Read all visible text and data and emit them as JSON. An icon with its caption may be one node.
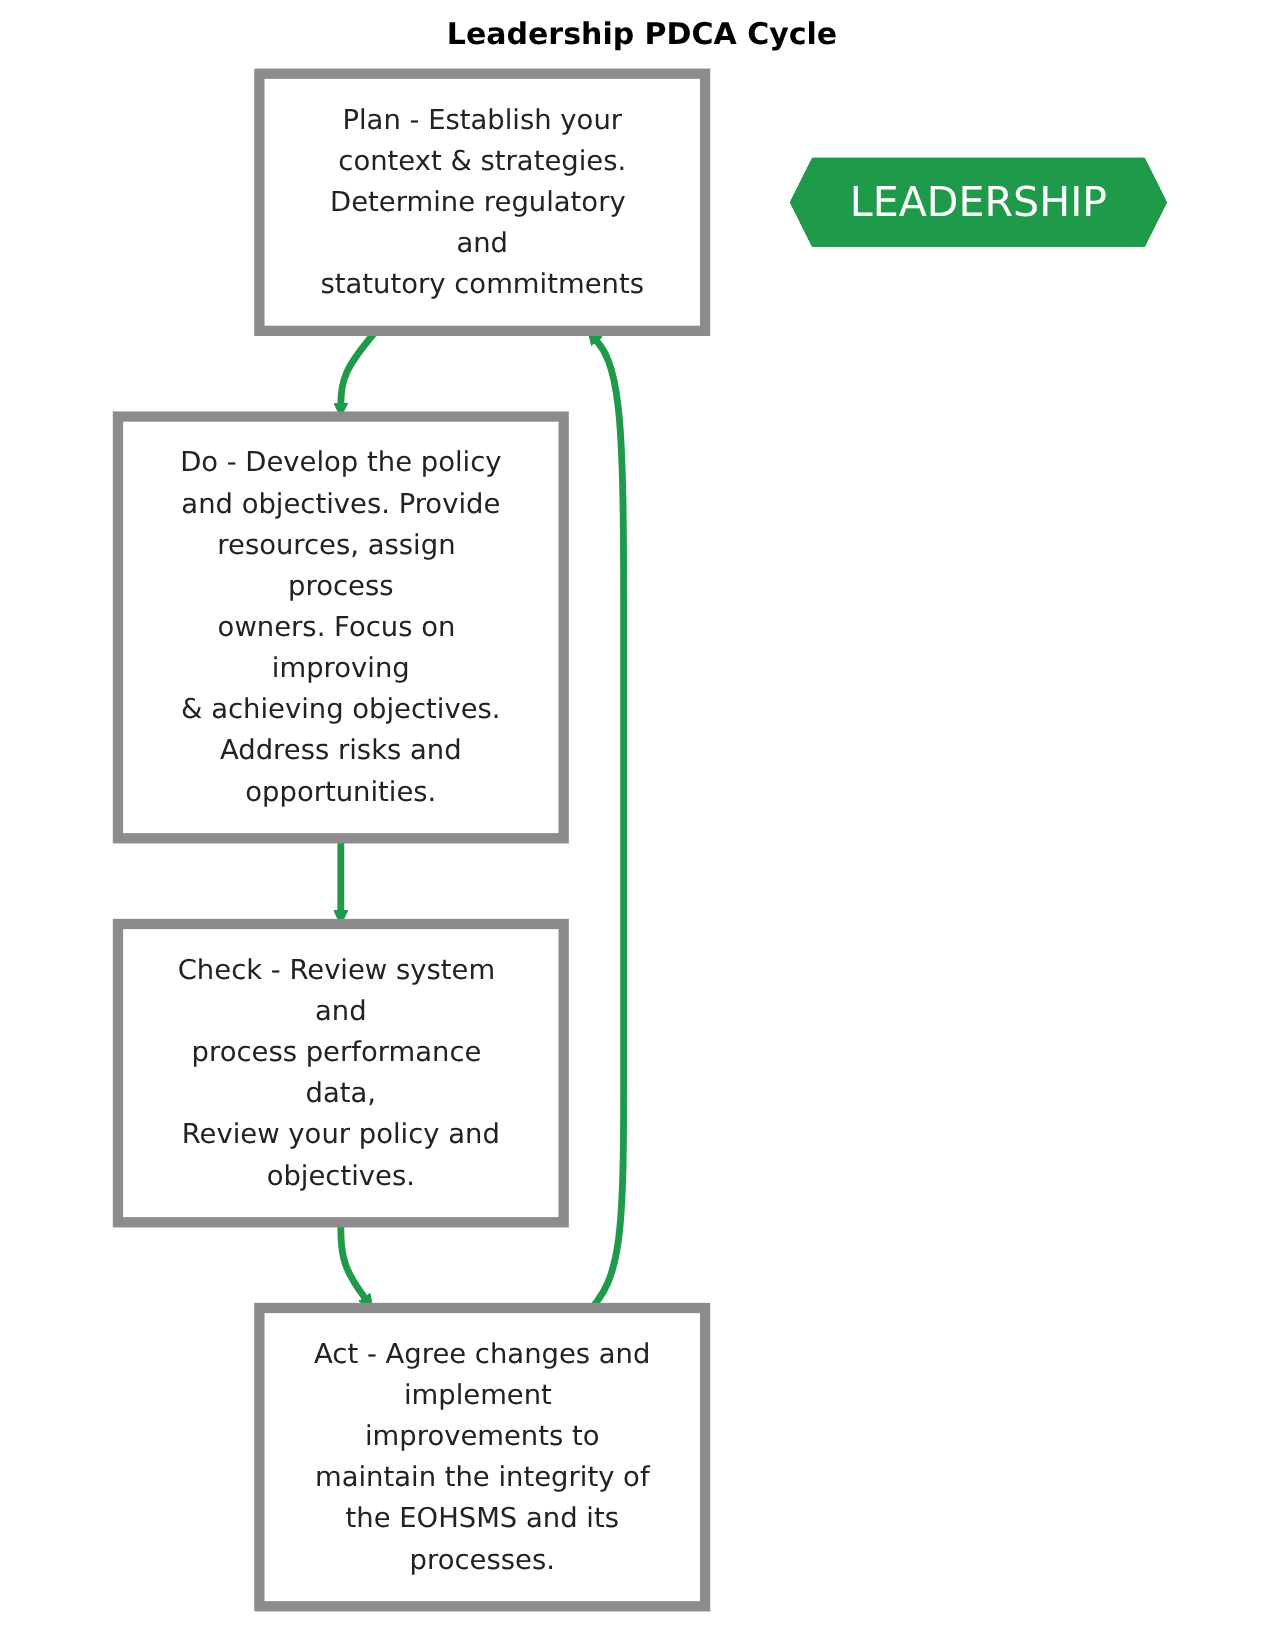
{
  "diagram": {
    "title": "Leadership PDCA Cycle",
    "nodes": [
      {
        "text": [
          "Plan - Establish your context & strategies. Determine regulatory and statutory commitments"
        ]
      },
      {
        "text": [
          "Do - Develop the policy and objectives. Provide resources, assign process owners. Focus on improving & achieving objectives. Address risks and opportunities."
        ]
      },
      {
        "text": [
          "LEADERSHIP"
        ]
      },
      {
        "text": [
          "Check - Review system and process performance data, Review your policy and objectives."
        ]
      },
      {
        "text": [
          "Act - Agree changes and implement improvements to maintain the integrity of the EOHSMS and its processes."
        ]
      }
    ],
    "edges": [
      {
        "from": 0,
        "to": 1,
        "arrow": "to"
      },
      {
        "from": 1,
        "to": 3,
        "arrow": "to"
      },
      {
        "from": 3,
        "to": 4,
        "arrow": "to"
      },
      {
        "from": 4,
        "to": 0,
        "arrow": "to"
      }
    ]
  }
}
